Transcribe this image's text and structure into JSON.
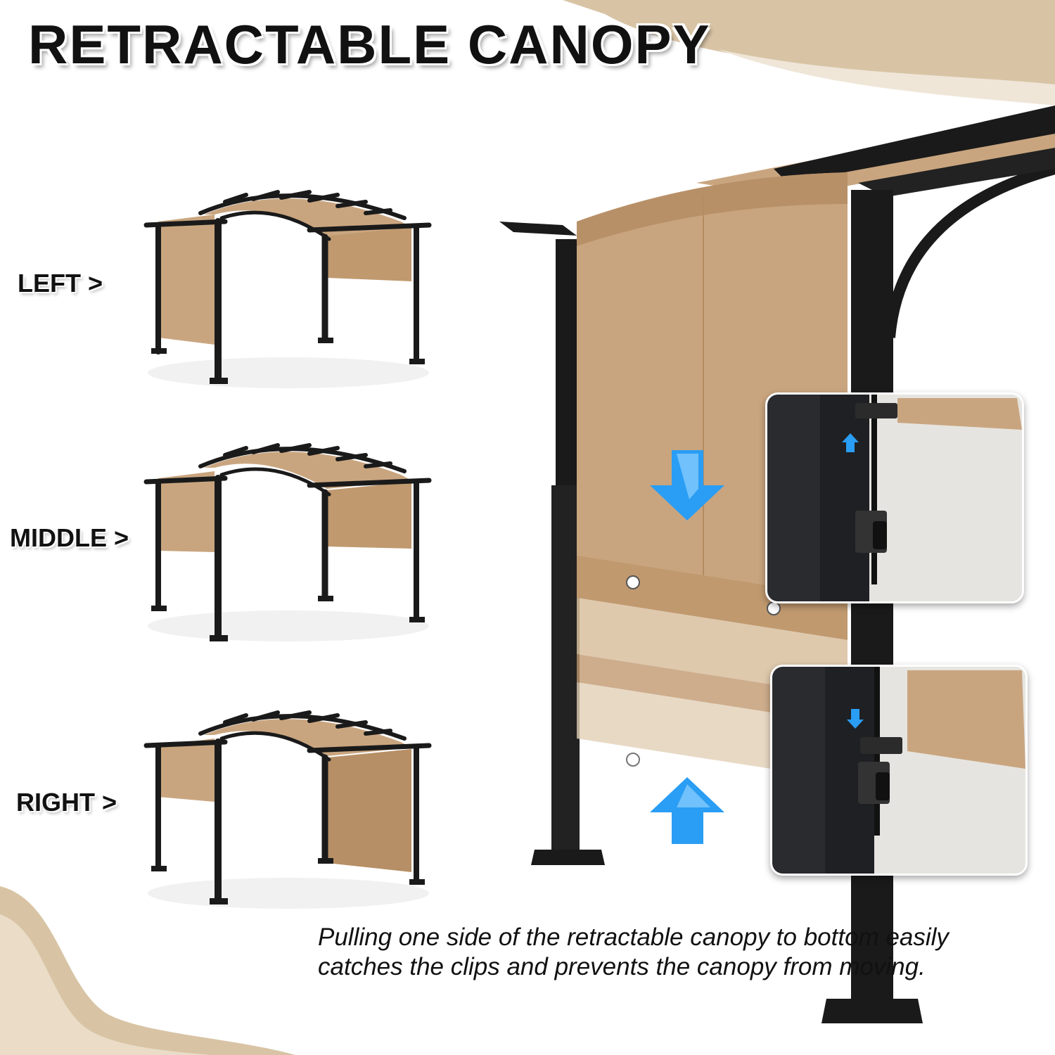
{
  "title": "RETRACTABLE CANOPY",
  "positions": [
    {
      "label": "LEFT >"
    },
    {
      "label": "MIDDLE >"
    },
    {
      "label": "RIGHT >"
    }
  ],
  "caption": "Pulling one side of the retractable canopy to bottom easily catches the clips and prevents the canopy from moving.",
  "colors": {
    "frame": "#1a1a1a",
    "canopy": "#c9a57f",
    "canopy_shadow": "#a98560",
    "arrow": "#2a9df4",
    "accent_tan": "#d8c4a5"
  },
  "icons": {
    "down_arrow": "down-arrow-icon",
    "up_arrow": "up-arrow-icon"
  }
}
